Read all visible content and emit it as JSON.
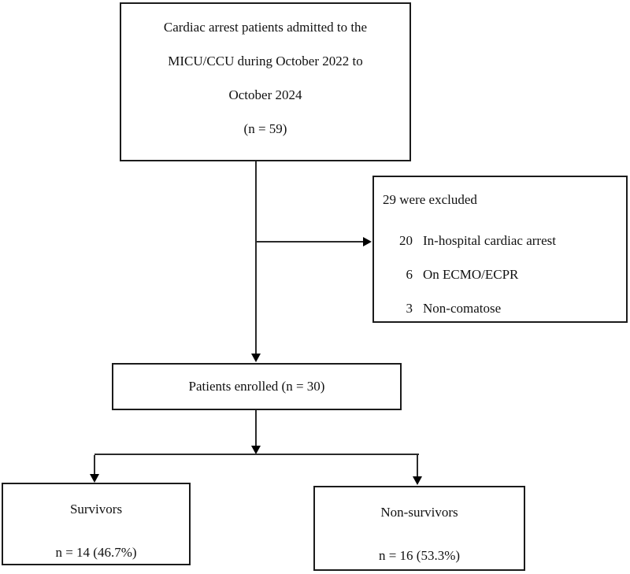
{
  "diagram": {
    "colors": {
      "border": "#1b1b1b",
      "line": "#2a2a2a",
      "text": "#111111",
      "background": "#ffffff"
    },
    "top_box": {
      "lines": [
        "Cardiac arrest patients admitted to the",
        "MICU/CCU during October 2022 to",
        "October 2024",
        "(n = 59)"
      ]
    },
    "excluded_box": {
      "title": "29 were excluded",
      "items": [
        {
          "count": "20",
          "label": "In-hospital cardiac arrest"
        },
        {
          "count": "6",
          "label": "On ECMO/ECPR"
        },
        {
          "count": "3",
          "label": "Non-comatose"
        }
      ]
    },
    "enrolled_box": {
      "label": "Patients enrolled (n = 30)"
    },
    "survivors_box": {
      "title": "Survivors",
      "value": "n = 14 (46.7%)"
    },
    "nonsurvivors_box": {
      "title": "Non-survivors",
      "value": "n = 16 (53.3%)"
    }
  }
}
